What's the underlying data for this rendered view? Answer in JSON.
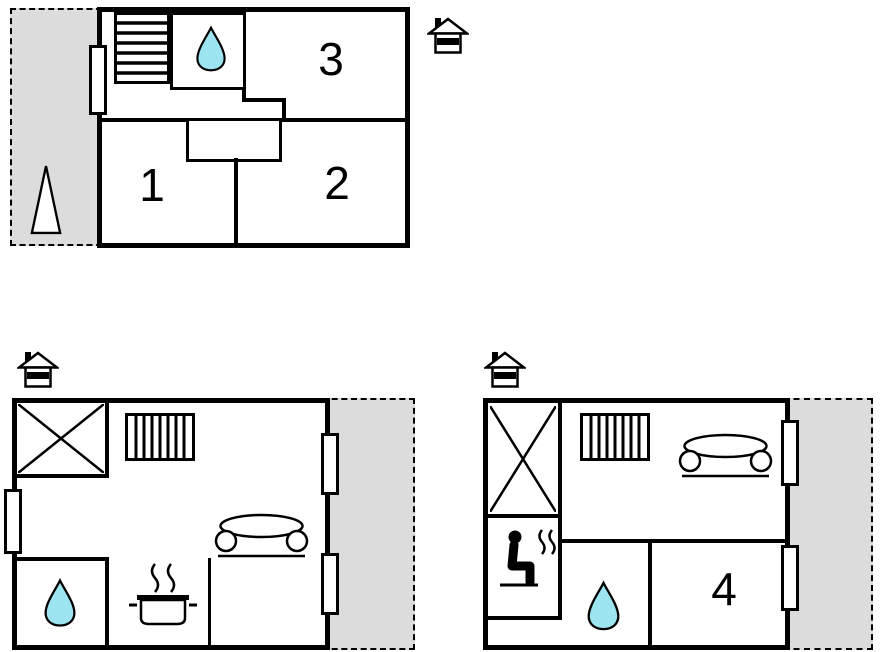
{
  "title": "property-floor-plans",
  "colors": {
    "wall": "#000000",
    "terrace_fill": "#dcdcdc",
    "water_drop": "#9ce5f0",
    "background": "#ffffff"
  },
  "floors": [
    {
      "id": "upper-floor",
      "rooms": [
        {
          "label": "1",
          "type": "bedroom"
        },
        {
          "label": "2",
          "type": "bedroom"
        },
        {
          "label": "3",
          "type": "bedroom"
        }
      ],
      "features": [
        "staircase",
        "bathroom-water-drop",
        "terrace-dashed-area",
        "ladder-triangle",
        "window-left-wall",
        "house-marker"
      ]
    },
    {
      "id": "ground-floor-left",
      "rooms": [],
      "features": [
        "cross-void",
        "radiator",
        "sofa",
        "kitchen-stove-steam",
        "bathroom-water-drop",
        "terrace-dashed-area",
        "window-left-wall",
        "window-right-wall-top",
        "window-right-wall-bottom",
        "house-marker"
      ]
    },
    {
      "id": "ground-floor-right",
      "rooms": [
        {
          "label": "4",
          "type": "bedroom"
        }
      ],
      "features": [
        "cross-void",
        "radiator",
        "sofa",
        "sauna-person-steam",
        "bathroom-water-drop",
        "terrace-dashed-area",
        "window-right-wall-top",
        "window-right-wall-bottom",
        "house-marker"
      ]
    }
  ]
}
